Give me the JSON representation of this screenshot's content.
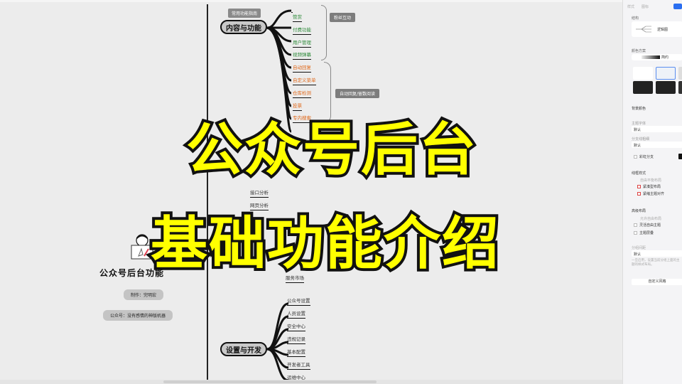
{
  "overlay": {
    "line1": "公众号后台",
    "line2": "基础功能介绍"
  },
  "root": {
    "title": "公众号后台功能",
    "author": "制作：完明宏",
    "account": "公众号：没有感情的神版机器"
  },
  "mindmap": {
    "top_tag": "常用功能指南",
    "branch_content": {
      "label": "内容与功能",
      "group1_label": "粉丝互动",
      "group1_items": [
        "赞赏",
        "付费功能",
        "用户管理",
        "视频弹幕"
      ],
      "group2_label": "自动回复/留数阅读",
      "group2_items": [
        "自动回复",
        "自定义菜单",
        "仓库检测",
        "投票",
        "专内搜索"
      ]
    },
    "branch_data": {
      "items": [
        "接口分析",
        "网页分析",
        "服务市场"
      ]
    },
    "branch_settings": {
      "label": "设置与开发",
      "items": [
        "公众号设置",
        "人员设置",
        "安全中心",
        "违规记录",
        "基本配置",
        "开发者工具",
        "运维中心"
      ]
    }
  },
  "panel": {
    "tabs": [
      "样式",
      "图标"
    ],
    "structure_label": "结构",
    "structure_value": "逻辑图",
    "color_scheme_label": "颜色方案",
    "color_scheme_value": "简约",
    "background_label": "背景颜色",
    "theme_font_label": "主题字体",
    "theme_font_value": "默认",
    "branch_line_label": "分支线粗细",
    "branch_line_value": "默认",
    "rainbow_label": "彩虹分支",
    "layout_style_label": "线框样式",
    "layout_hint": "自由平衡布局",
    "layout_options": [
      "紧凑型布局",
      "紧缩主题对齐"
    ],
    "advanced_label": "高级布局",
    "advanced_hint": "允许自由布局",
    "advanced_options": [
      "灵活自由主题",
      "主题层叠"
    ],
    "spacing_label": "分组间距",
    "spacing_value": "默认",
    "spacing_desc": "一旦启用，设置当前分组上面的主题的样式布局。",
    "custom_button": "自定义风格"
  }
}
